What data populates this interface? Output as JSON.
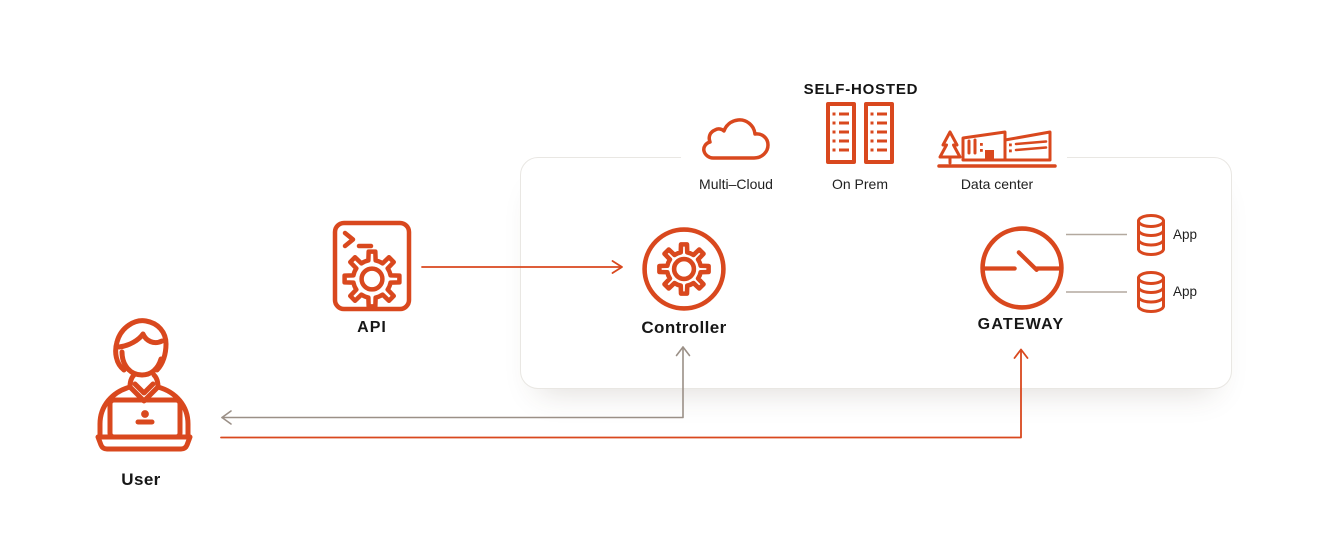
{
  "diagram": {
    "colors": {
      "accent": "#D9481E",
      "muted_arrow": "#9B9087",
      "connector_line": "#B3A99F",
      "text": "#171717",
      "box_border": "#E9E7E3"
    },
    "user": {
      "label": "User"
    },
    "api": {
      "label": "API"
    },
    "controller": {
      "label": "Controller"
    },
    "gateway": {
      "label": "GATEWAY"
    },
    "self_hosted": {
      "title": "SELF-HOSTED",
      "environments": [
        {
          "label": "Multi–Cloud",
          "icon": "cloud-icon"
        },
        {
          "label": "On Prem",
          "icon": "server-racks-icon"
        },
        {
          "label": "Data center",
          "icon": "data-center-icon"
        }
      ]
    },
    "apps": [
      {
        "label": "App",
        "icon": "database-cylinder-icon"
      },
      {
        "label": "App",
        "icon": "database-cylinder-icon"
      }
    ]
  }
}
